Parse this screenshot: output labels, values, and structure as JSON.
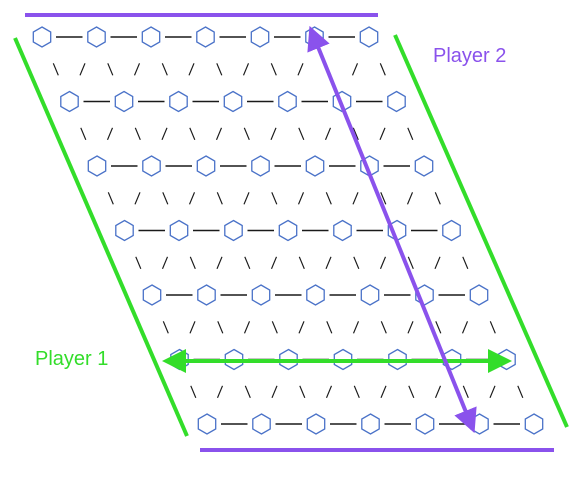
{
  "board": {
    "rows": 7,
    "cols": 7,
    "cell_glyph": "hexagon",
    "horizontal_link": "—",
    "diagonal_links": [
      "\\",
      "/"
    ]
  },
  "players": {
    "player1": {
      "label": "Player 1",
      "color": "#33dd2a"
    },
    "player2": {
      "label": "Player 2",
      "color": "#8a52ec"
    }
  },
  "colors": {
    "hex_outline": "#4a72c8",
    "link": "#1a1a1a"
  }
}
